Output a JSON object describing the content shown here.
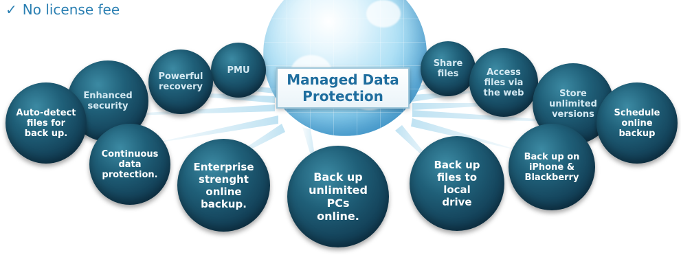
{
  "header": {
    "check_icon": "checkmark-icon",
    "text": "No license fee"
  },
  "center": {
    "title_line1": "Managed Data",
    "title_line2": "Protection"
  },
  "bubbles": {
    "auto_detect": "Auto-detect\nfiles for\nback up.",
    "enhanced_security": "Enhanced\nsecurity",
    "powerful_recovery": "Powerful\nrecovery",
    "pmu": "PMU",
    "continuous": "Continuous\ndata\nprotection.",
    "enterprise": "Enterprise\nstrenght\nonline\nbackup.",
    "unlimited_pcs": "Back up\nunlimited\nPCs\nonline.",
    "local_drive": "Back up\nfiles to\nlocal\ndrive",
    "share_files": "Share\nfiles",
    "access_web": "Access\nfiles via\nthe web",
    "store_versions": "Store\nunlimited\nversions",
    "schedule": "Schedule\nonline\nbackup",
    "iphone": "Back up on\niPhone &\nBlackberry"
  },
  "colors": {
    "accent_text": "#2a7fb2",
    "bubble_dark": "#113b52",
    "center_title": "#1e6d9e"
  }
}
